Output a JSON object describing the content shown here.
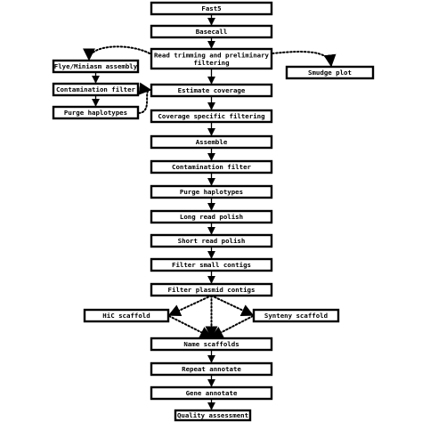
{
  "diagram": {
    "nodes": [
      {
        "id": "fast5",
        "lines": [
          "Fast5"
        ]
      },
      {
        "id": "basecall",
        "lines": [
          "Basecall"
        ]
      },
      {
        "id": "read-trimming",
        "lines": [
          "Read trimming and preliminary",
          "filtering"
        ]
      },
      {
        "id": "flye-miniasm",
        "lines": [
          "Flye/Miniasm assembly"
        ]
      },
      {
        "id": "contamination-filter-side",
        "lines": [
          "Contamination filter"
        ]
      },
      {
        "id": "purge-haplotypes-side",
        "lines": [
          "Purge haplotypes"
        ]
      },
      {
        "id": "smudge-plot",
        "lines": [
          "Smudge plot"
        ]
      },
      {
        "id": "estimate-coverage",
        "lines": [
          "Estimate coverage"
        ]
      },
      {
        "id": "coverage-specific-filtering",
        "lines": [
          "Coverage specific filtering"
        ]
      },
      {
        "id": "assemble",
        "lines": [
          "Assemble"
        ]
      },
      {
        "id": "contamination-filter",
        "lines": [
          "Contamination filter"
        ]
      },
      {
        "id": "purge-haplotypes",
        "lines": [
          "Purge haplotypes"
        ]
      },
      {
        "id": "long-read-polish",
        "lines": [
          "Long read polish"
        ]
      },
      {
        "id": "short-read-polish",
        "lines": [
          "Short read polish"
        ]
      },
      {
        "id": "filter-small-contigs",
        "lines": [
          "Filter small contigs"
        ]
      },
      {
        "id": "filter-plasmid-contigs",
        "lines": [
          "Filter plasmid contigs"
        ]
      },
      {
        "id": "hic-scaffold",
        "lines": [
          "HiC scaffold"
        ]
      },
      {
        "id": "synteny-scaffold",
        "lines": [
          "Synteny scaffold"
        ]
      },
      {
        "id": "name-scaffolds",
        "lines": [
          "Name scaffolds"
        ]
      },
      {
        "id": "repeat-annotate",
        "lines": [
          "Repeat annotate"
        ]
      },
      {
        "id": "gene-annotate",
        "lines": [
          "Gene annotate"
        ]
      },
      {
        "id": "quality-assessment",
        "lines": [
          "Quality assessment"
        ]
      }
    ],
    "edges": [
      {
        "from": "fast5",
        "to": "basecall",
        "style": "solid"
      },
      {
        "from": "basecall",
        "to": "read-trimming",
        "style": "solid"
      },
      {
        "from": "read-trimming",
        "to": "estimate-coverage",
        "style": "solid"
      },
      {
        "from": "estimate-coverage",
        "to": "coverage-specific-filtering",
        "style": "solid"
      },
      {
        "from": "coverage-specific-filtering",
        "to": "assemble",
        "style": "solid"
      },
      {
        "from": "assemble",
        "to": "contamination-filter",
        "style": "solid"
      },
      {
        "from": "contamination-filter",
        "to": "purge-haplotypes",
        "style": "solid"
      },
      {
        "from": "purge-haplotypes",
        "to": "long-read-polish",
        "style": "solid"
      },
      {
        "from": "long-read-polish",
        "to": "short-read-polish",
        "style": "solid"
      },
      {
        "from": "short-read-polish",
        "to": "filter-small-contigs",
        "style": "solid"
      },
      {
        "from": "filter-small-contigs",
        "to": "filter-plasmid-contigs",
        "style": "solid"
      },
      {
        "from": "name-scaffolds",
        "to": "repeat-annotate",
        "style": "solid"
      },
      {
        "from": "repeat-annotate",
        "to": "gene-annotate",
        "style": "solid"
      },
      {
        "from": "gene-annotate",
        "to": "quality-assessment",
        "style": "solid"
      },
      {
        "from": "flye-miniasm",
        "to": "contamination-filter-side",
        "style": "solid"
      },
      {
        "from": "contamination-filter-side",
        "to": "purge-haplotypes-side",
        "style": "solid"
      },
      {
        "from": "read-trimming",
        "to": "flye-miniasm",
        "style": "dotted"
      },
      {
        "from": "read-trimming",
        "to": "smudge-plot",
        "style": "dotted"
      },
      {
        "from": "purge-haplotypes-side",
        "to": "estimate-coverage",
        "style": "dotted"
      },
      {
        "from": "filter-plasmid-contigs",
        "to": "hic-scaffold",
        "style": "dotted"
      },
      {
        "from": "filter-plasmid-contigs",
        "to": "synteny-scaffold",
        "style": "dotted"
      },
      {
        "from": "filter-plasmid-contigs",
        "to": "name-scaffolds",
        "style": "dotted"
      },
      {
        "from": "hic-scaffold",
        "to": "name-scaffolds",
        "style": "dotted"
      },
      {
        "from": "synteny-scaffold",
        "to": "name-scaffolds",
        "style": "dotted"
      }
    ]
  }
}
